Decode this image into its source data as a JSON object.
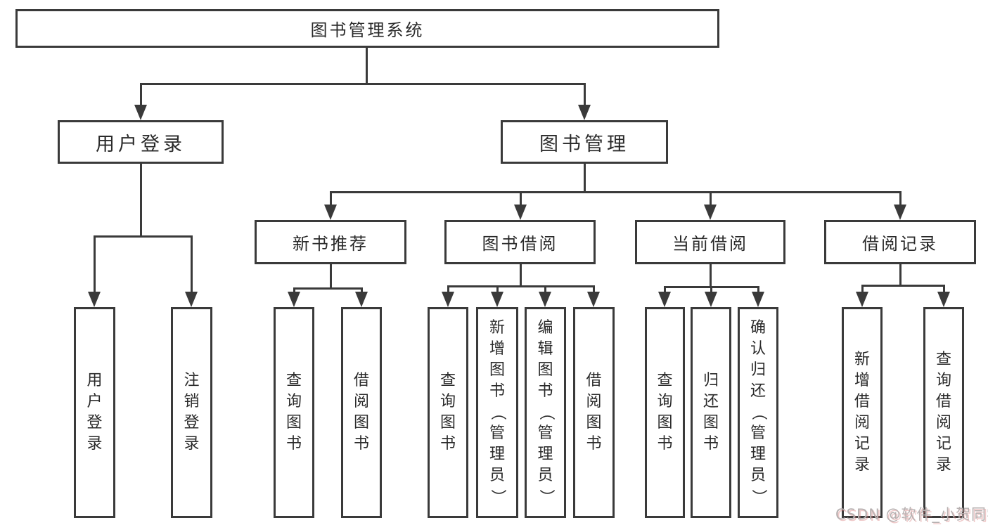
{
  "nodes": {
    "root": {
      "label": "图书管理系统"
    },
    "user_login_group": {
      "label": "用户登录"
    },
    "book_management": {
      "label": "图书管理"
    },
    "new_book_recommend": {
      "label": "新书推荐"
    },
    "book_borrow": {
      "label": "图书借阅"
    },
    "current_borrow": {
      "label": "当前借阅"
    },
    "borrow_records": {
      "label": "借阅记录"
    },
    "user_login": {
      "label": "用户登录"
    },
    "logout": {
      "label": "注销登录"
    },
    "nbr_query_books": {
      "label": "查询图书"
    },
    "nbr_borrow_books": {
      "label": "借阅图书"
    },
    "bb_query_books": {
      "label": "查询图书"
    },
    "bb_add_books": {
      "label": "新增图书（管理员）"
    },
    "bb_edit_books": {
      "label": "编辑图书（管理员）"
    },
    "bb_borrow_books": {
      "label": "借阅图书"
    },
    "cb_query_books": {
      "label": "查询图书"
    },
    "cb_return_books": {
      "label": "归还图书"
    },
    "cb_confirm_return": {
      "label": "确认归还（管理员）"
    },
    "br_add_record": {
      "label": "新增借阅记录"
    },
    "br_query_record": {
      "label": "查询借阅记录"
    }
  },
  "hierarchy": {
    "图书管理系统": {
      "用户登录": [
        "用户登录",
        "注销登录"
      ],
      "图书管理": {
        "新书推荐": [
          "查询图书",
          "借阅图书"
        ],
        "图书借阅": [
          "查询图书",
          "新增图书（管理员）",
          "编辑图书（管理员）",
          "借阅图书"
        ],
        "当前借阅": [
          "查询图书",
          "归还图书",
          "确认归还（管理员）"
        ],
        "借阅记录": [
          "新增借阅记录",
          "查询借阅记录"
        ]
      }
    }
  },
  "watermark": {
    "text": "CSDN @软件_小贺同学"
  },
  "colors": {
    "line": "#3a3a3a",
    "text": "#2a2a2a",
    "background": "#ffffff",
    "watermark": "#b7b1b1"
  }
}
